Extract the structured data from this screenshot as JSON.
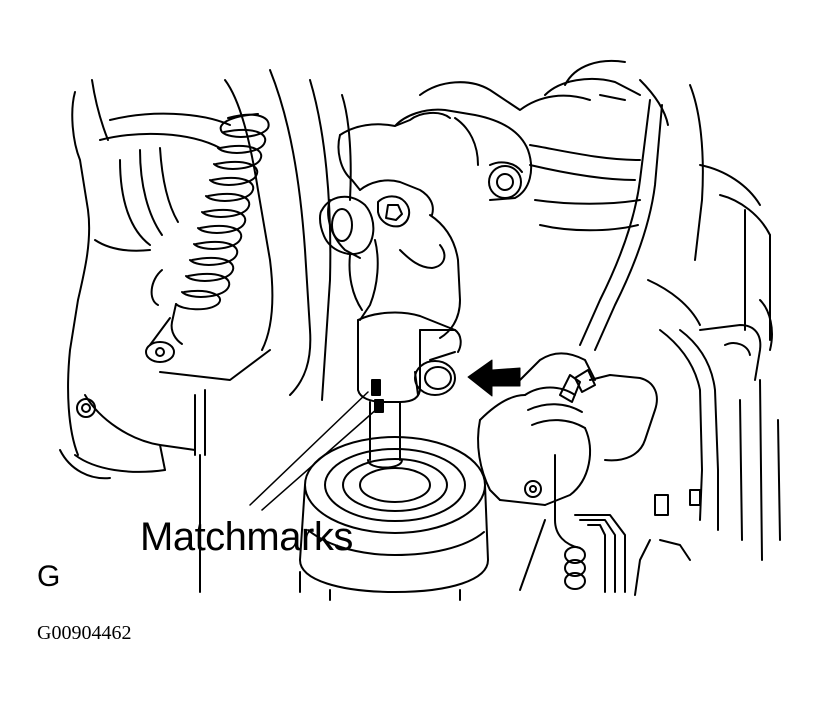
{
  "figure": {
    "callout_label": "Matchmarks",
    "panel_letter": "G",
    "figure_code": "G00904462"
  },
  "colors": {
    "line": "#000000",
    "background": "#ffffff"
  },
  "icons": {
    "direction_arrow": "arrow-left-icon"
  }
}
